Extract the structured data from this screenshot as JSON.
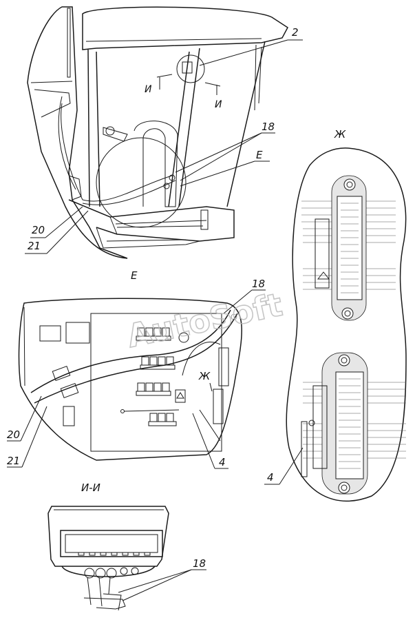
{
  "watermark": "AutoSoft",
  "views": {
    "view_e": "Е",
    "view_zh": "Ж",
    "section_ii": "И-И"
  },
  "section_marks": [
    "И",
    "И"
  ],
  "callouts": {
    "c2": "2",
    "c18_top": "18",
    "e_top": "Е",
    "c20_top": "20",
    "c21_top": "21",
    "c18_mid": "18",
    "zh_mid": "Ж",
    "c20_mid": "20",
    "c21_mid": "21",
    "c4_mid": "4",
    "c4_right": "4",
    "c18_bottom": "18"
  }
}
